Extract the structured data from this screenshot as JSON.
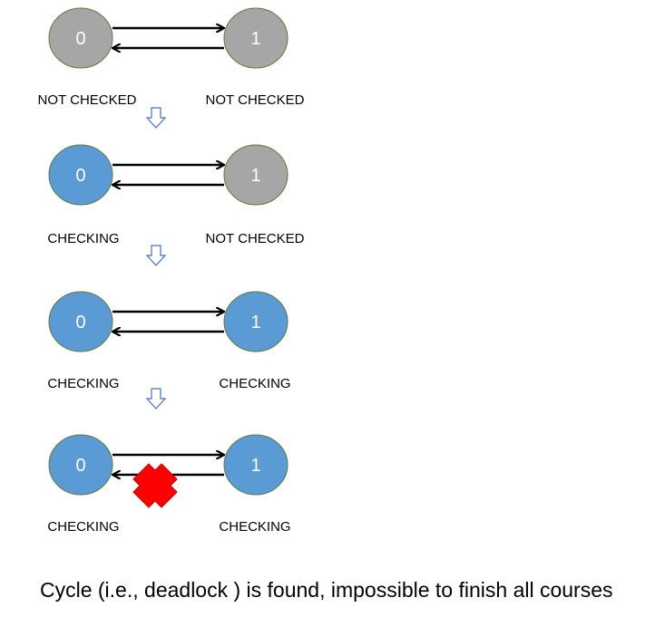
{
  "colors": {
    "not_checked": "#a6a6a6",
    "checking": "#5b9bd5",
    "node_border": "#5d7a3a",
    "edge": "#000000",
    "step_arrow_border": "#4472c4",
    "blocked_mark": "#ff0000"
  },
  "states": [
    {
      "nodes": [
        {
          "label": "0",
          "status": "not_checked",
          "status_label": "NOT CHECKED"
        },
        {
          "label": "1",
          "status": "not_checked",
          "status_label": "NOT CHECKED"
        }
      ],
      "blocked_edge": false
    },
    {
      "nodes": [
        {
          "label": "0",
          "status": "checking",
          "status_label": "CHECKING"
        },
        {
          "label": "1",
          "status": "not_checked",
          "status_label": "NOT CHECKED"
        }
      ],
      "blocked_edge": false
    },
    {
      "nodes": [
        {
          "label": "0",
          "status": "checking",
          "status_label": "CHECKING"
        },
        {
          "label": "1",
          "status": "checking",
          "status_label": "CHECKING"
        }
      ],
      "blocked_edge": false
    },
    {
      "nodes": [
        {
          "label": "0",
          "status": "checking",
          "status_label": "CHECKING"
        },
        {
          "label": "1",
          "status": "checking",
          "status_label": "CHECKING"
        }
      ],
      "blocked_edge": true
    }
  ],
  "step_arrow_icon": "down-outline-arrow-icon",
  "blocked_icon": "red-x-icon",
  "caption": "Cycle (i.e., deadlock ) is found, impossible to finish all courses"
}
